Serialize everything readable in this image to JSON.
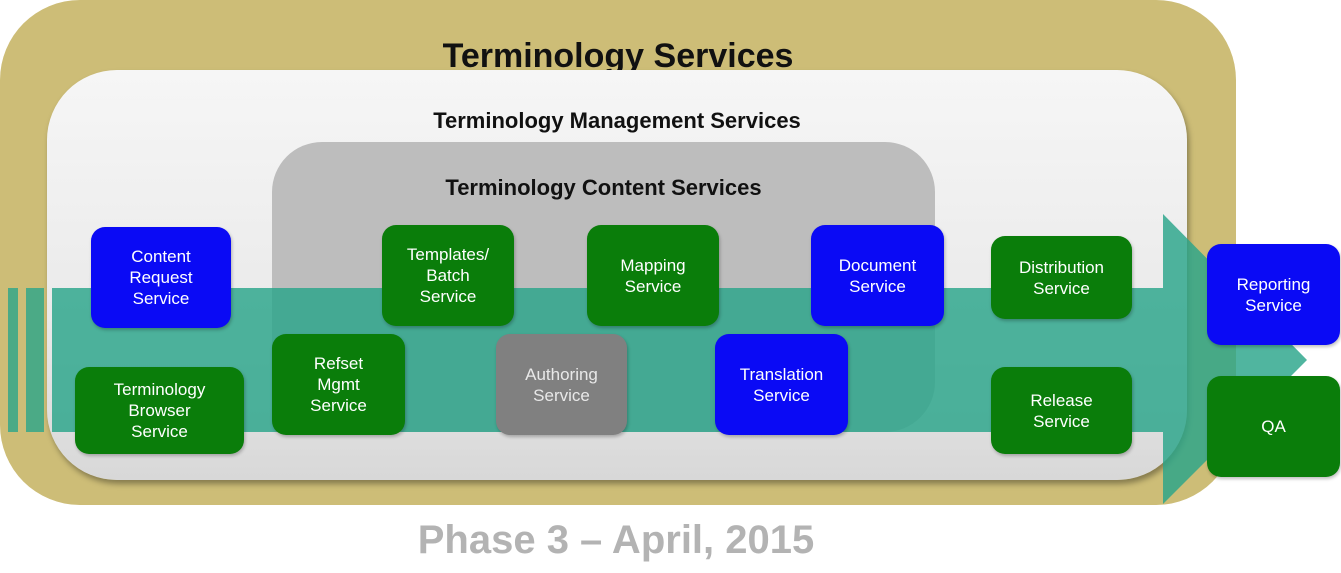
{
  "diagram": {
    "outer_title": "Terminology Services",
    "management_title": "Terminology Management Services",
    "content_title": "Terminology Content Services",
    "footer": "Phase 3 – April, 2015"
  },
  "services": {
    "content_request": "Content\nRequest\nService",
    "terminology_browser": "Terminology\nBrowser\nService",
    "templates_batch": "Templates/\nBatch\nService",
    "refset_mgmt": "Refset\nMgmt\nService",
    "mapping": "Mapping\nService",
    "authoring": "Authoring\nService",
    "document": "Document\nService",
    "translation": "Translation\nService",
    "distribution": "Distribution\nService",
    "release": "Release\nService",
    "reporting": "Reporting\nService",
    "qa": "QA"
  },
  "colors": {
    "outer": "#cdbd77",
    "arrow": "#2aa58a",
    "green_box": "#0a7d0a",
    "blue_box": "#0a0af5",
    "gray_box": "#808080",
    "footer_text": "#b3b3b3"
  }
}
